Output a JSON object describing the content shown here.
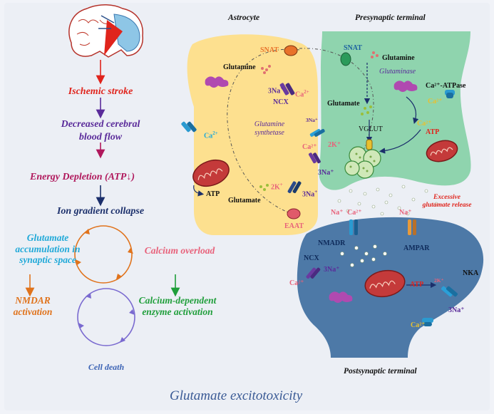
{
  "colors": {
    "ischemic": "#e0241c",
    "flow": "#5a2b9a",
    "energy": "#b0185c",
    "ion": "#1b2f6b",
    "glut_accum": "#21a9d8",
    "calcium_overload": "#e8617a",
    "nmdar_activation": "#e0731c",
    "enzyme": "#1f9e3a",
    "cell_death": "#3d64b5",
    "astrocyte": "#fde08f",
    "presynaptic": "#8fd4ae",
    "postsynaptic": "#4d79a7",
    "title": "#3a5a95"
  },
  "icons": [
    "brain-icon",
    "mitochondrion-icon",
    "enzyme-icon",
    "transporter-icon",
    "vesicle-icon",
    "receptor-icon",
    "glutamate-dots-icon"
  ],
  "pathway": {
    "step1": "Ischemic stroke",
    "step2_line1": "Decreased cerebral",
    "step2_line2": "blood flow",
    "step3": "Energy Depletion (ATP",
    "step3_close": ")",
    "step4": "Ion gradient collapse",
    "glutamate_accumulation": "Glutamate accumulation in synaptic space",
    "calcium_overload": "Calcium overload",
    "nmdar_activation": "NMDAR activation",
    "enzyme_activation": "Calcium-dependent enzyme activation",
    "cell_death": "Cell death"
  },
  "headers": {
    "astrocyte": "Astrocyte",
    "presynaptic": "Presynaptic terminal",
    "postsynaptic": "Postsynaptic terminal"
  },
  "astrocyte_labels": {
    "snat": "SNAT",
    "glutamine": "Glutamine",
    "three_na_ncx": "3Na",
    "ca_ncx": "Ca",
    "ncx": "NCX",
    "ca_channel": "Ca",
    "synthetase": "Glutamine synthetase",
    "atp": "ATP",
    "glutamate": "Glutamate",
    "two_k": "2K",
    "three_na": "3Na",
    "eaat": "EAAT"
  },
  "presynaptic_labels": {
    "snat": "SNAT",
    "glutamine": "Glutamine",
    "glutaminase": "Glutaminase",
    "glutamate": "Glutamate",
    "ca_atpase": "Ca²⁺-ATPase",
    "ca_atpase_ion": "Ca²⁺",
    "vglut": "VGLUT",
    "ca_vglut": "Ca²⁺",
    "atp": "ATP",
    "three_na_top": "3Na⁺",
    "ca_pump": "Ca²⁺",
    "two_k": "2K⁺",
    "three_na": "3Na⁺"
  },
  "synapse_labels": {
    "excessive_release": "Excessive glutamate release",
    "na_left": "Na⁺",
    "ca_left": "Ca²⁺",
    "na_right": "Na⁺"
  },
  "postsynaptic_labels": {
    "nmdar": "NMADR",
    "ampar": "AMPAR",
    "ncx": "NCX",
    "three_na": "3Na⁺",
    "ca": "Ca²⁺",
    "atp": "ATP",
    "nka": "NKA",
    "two_k": "2K⁺",
    "three_na_nka": "3Na⁺",
    "ca_channel": "Ca²⁺"
  },
  "title": "Glutamate excitotoxicity"
}
